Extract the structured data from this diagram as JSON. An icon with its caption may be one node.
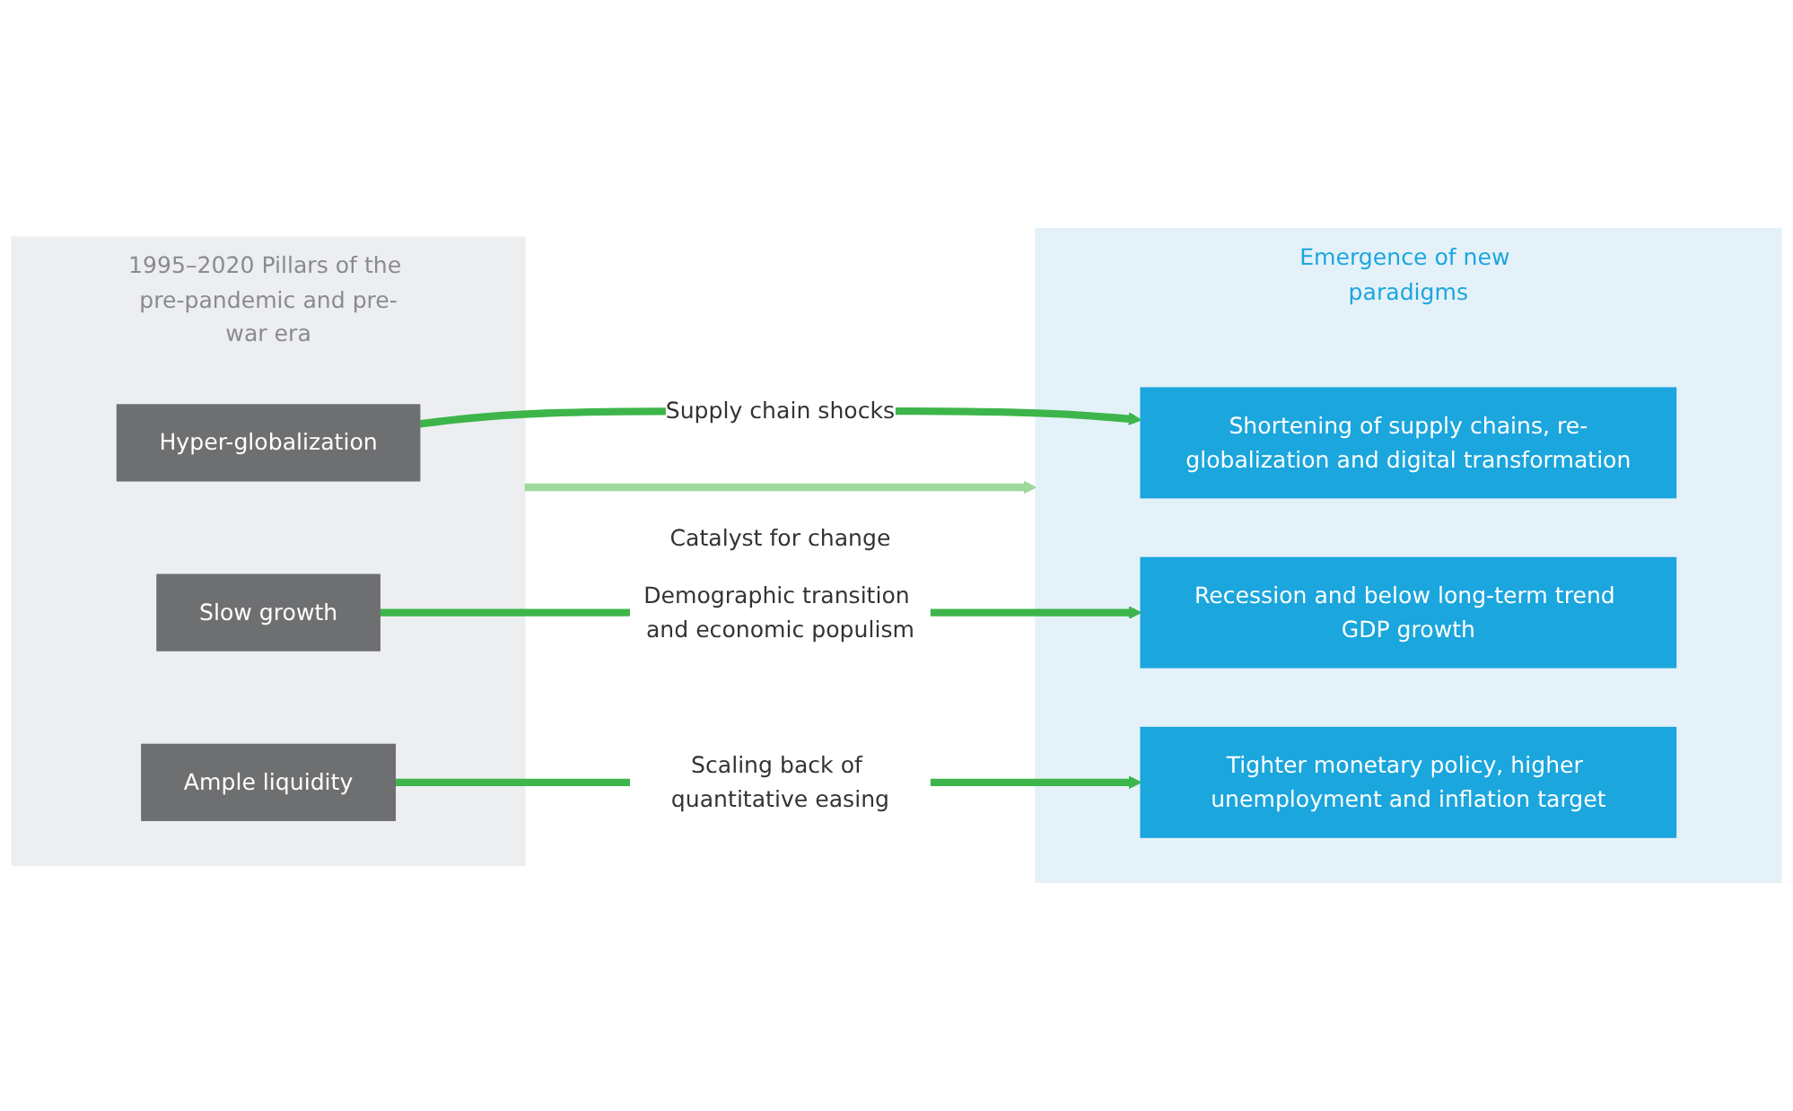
{
  "diagram": {
    "nodes": [
      {
        "text": [
          "1995–2020 Pillars of the pre-pandemic and pre-war era"
        ]
      },
      {
        "text": [
          "Hyper-globalization"
        ],
        "in": 0
      },
      {
        "text": [
          "Slow growth"
        ],
        "in": 0
      },
      {
        "text": [
          "Ample liquidity"
        ],
        "in": 0
      },
      {
        "text": [
          "Emergence of new paradigms"
        ]
      },
      {
        "text": [
          "Shortening of supply chains, re-globalization and digital transformation"
        ],
        "in": 4
      },
      {
        "text": [
          "Recession and below long-term trend GDP growth"
        ],
        "in": 4
      },
      {
        "text": [
          "Tighter monetary policy, higher unemployment and inflation target"
        ],
        "in": 4
      }
    ],
    "edges": [
      {
        "from": 0,
        "to": 4,
        "arrow": "to",
        "label": "Catalyst for change",
        "color": "#9fd89a"
      },
      {
        "from": 1,
        "to": 5,
        "arrow": "to",
        "label": "Supply chain shocks"
      },
      {
        "from": 2,
        "to": 6,
        "arrow": "to",
        "label": "Demographic transition and economic populism"
      },
      {
        "from": 3,
        "to": 7,
        "arrow": "to",
        "label": "Scaling back of quantitative easing"
      }
    ]
  }
}
